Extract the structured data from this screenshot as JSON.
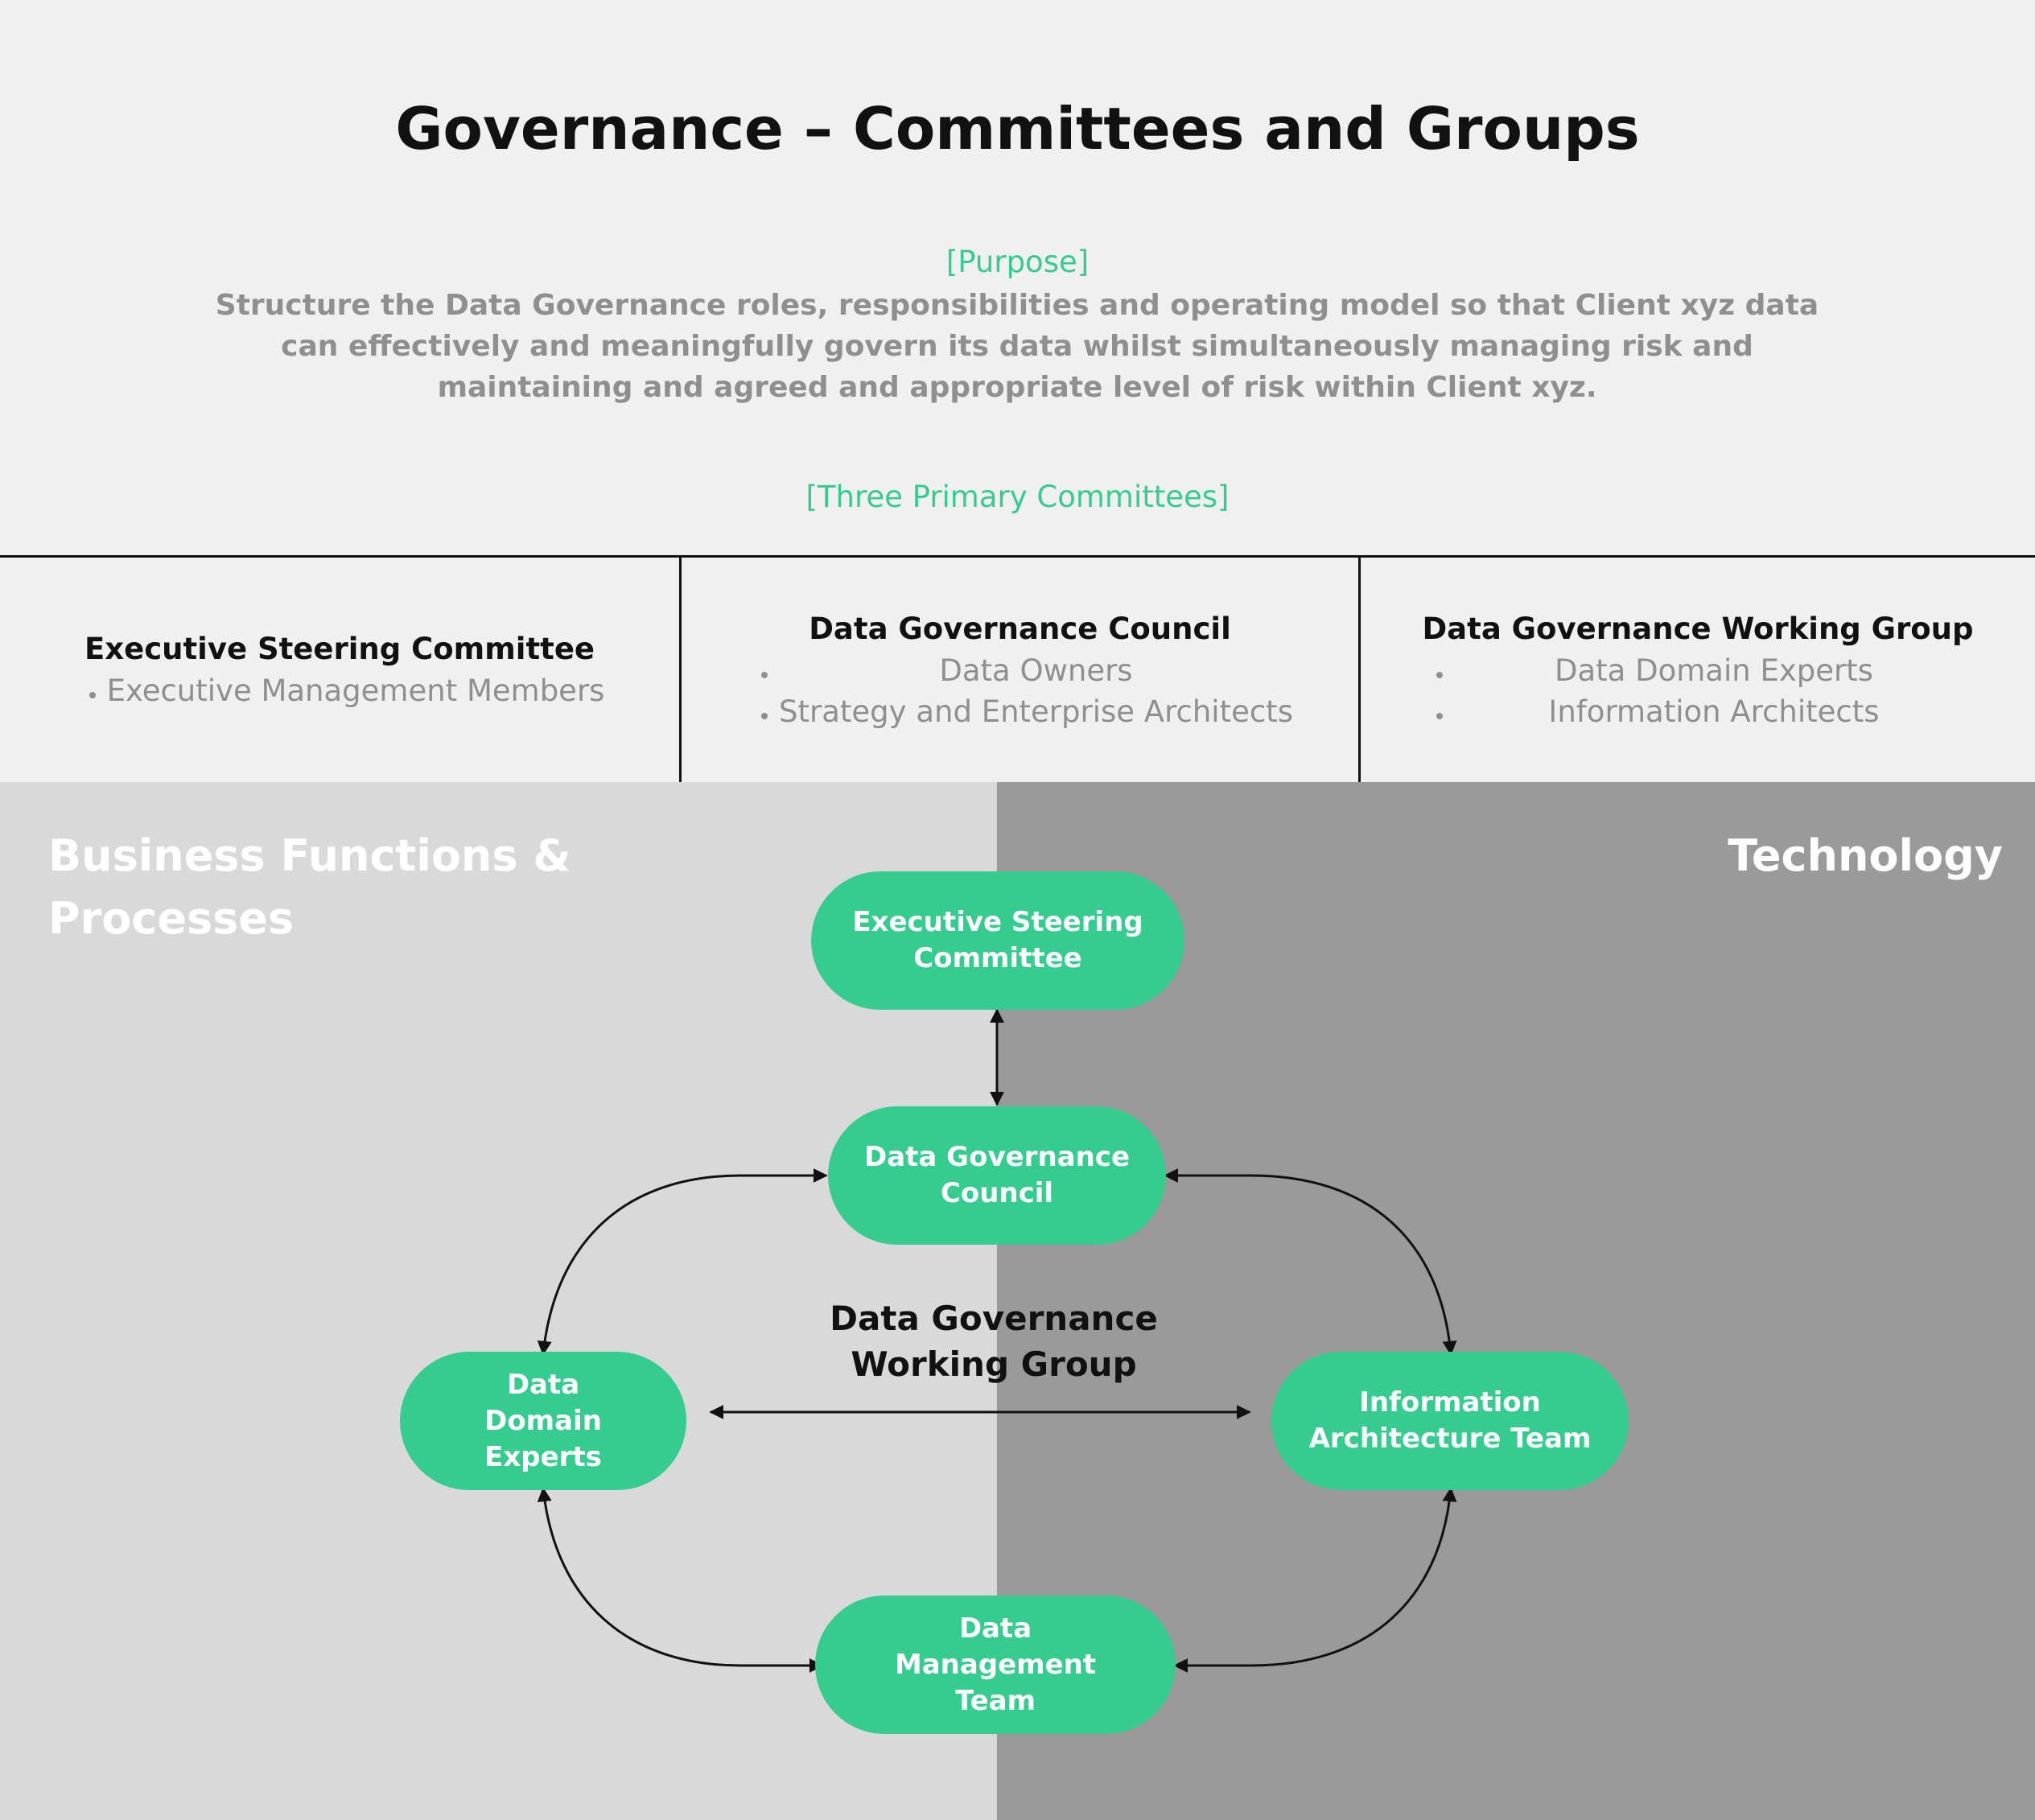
{
  "title": "Governance – Committees and Groups",
  "purpose": {
    "label": "[Purpose]",
    "text": "Structure the Data Governance roles, responsibilities and operating model so that Client xyz data can effectively and meaningfully govern its data whilst simultaneously managing risk and maintaining and agreed and appropriate level of risk within Client xyz."
  },
  "committees": {
    "label": "[Three Primary Committees]",
    "columns": [
      {
        "title": "Executive Steering Committee",
        "items": [
          "Executive Management Members"
        ]
      },
      {
        "title": "Data Governance Council",
        "items": [
          "Data Owners",
          "Strategy and Enterprise Architects"
        ]
      },
      {
        "title": "Data Governance Working Group",
        "items": [
          "Data Domain Experts",
          "Information Architects"
        ]
      }
    ]
  },
  "diagram": {
    "left_label": "Business Functions & Processes",
    "right_label": "Technology",
    "center_label": "Data Governance Working Group",
    "nodes": {
      "executive_steering": "Executive Steering Committee",
      "governance_council": "Data Governance Council",
      "domain_experts": "Data Domain Experts",
      "info_architecture": "Information Architecture Team",
      "data_management": "Data Management Team"
    },
    "colors": {
      "accent": "#37cc8f",
      "left_panel": "#d9d9d9",
      "right_panel": "#9a9a9a",
      "edge": "#111111"
    }
  }
}
